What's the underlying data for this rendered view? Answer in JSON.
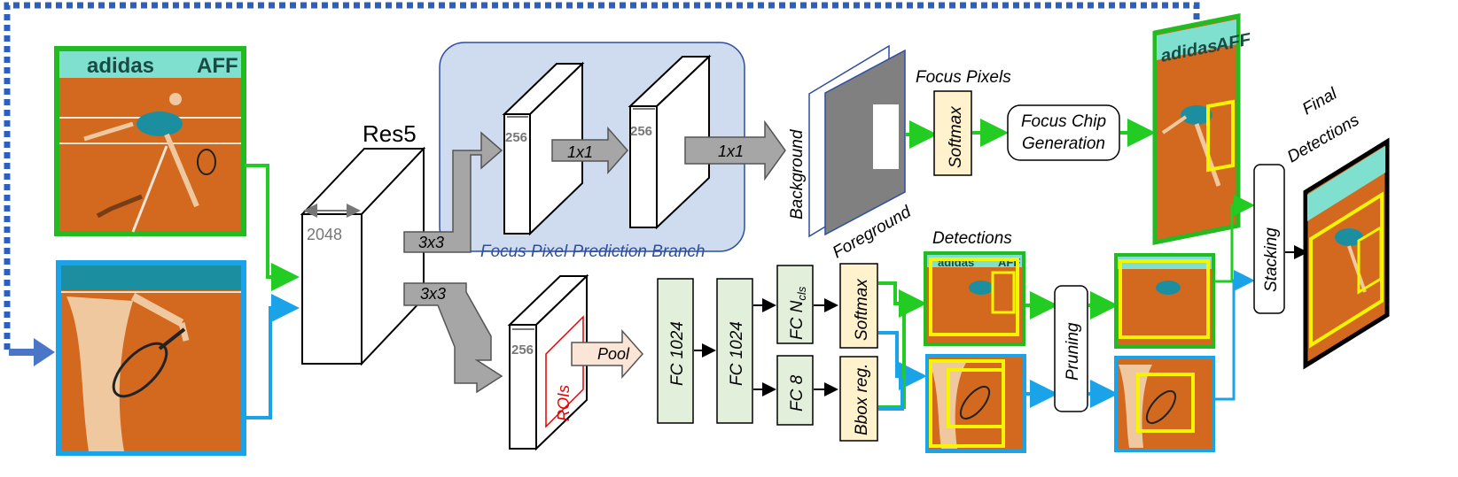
{
  "image_patches": {
    "full_image_brand": "adidas",
    "full_image_brand_suffix": "AFF",
    "focus_chip_brand": "adidas",
    "focus_chip_brand_suffix": "AFF",
    "detections_brand": "adidas",
    "detections_brand_suffix": "AFF"
  },
  "backbone": {
    "res5_label": "Res5",
    "res5_channels": "2048"
  },
  "focus_branch": {
    "conv_top": "3x3",
    "conv_bottom": "3x3",
    "block1_channels": "256",
    "block2_channels": "256",
    "conv1x1_a": "1x1",
    "conv1x1_b": "1x1",
    "title": "Focus Pixel Prediction Branch"
  },
  "focus_output": {
    "background_label": "Background",
    "foreground_label": "Foreground",
    "focus_pixels_label": "Focus Pixels",
    "softmax_label": "Softmax",
    "chip_gen_line1": "Focus Chip",
    "chip_gen_line2": "Generation"
  },
  "detection_branch": {
    "roi_block_channels": "256",
    "rois_label": "ROIs",
    "pool_label": "Pool",
    "fc1_label": "FC 1024",
    "fc2_label": "FC 1024",
    "fc_ncls_label": "FC N",
    "fc_ncls_subscript": "cls",
    "fc8_label": "FC 8",
    "softmax_label": "Softmax",
    "bbox_label": "Bbox reg.",
    "detections_label": "Detections",
    "pruning_label": "Pruning",
    "stacking_label": "Stacking",
    "final_line1": "Final",
    "final_line2": "Detections"
  },
  "colors": {
    "green_arrow": "#22cc22",
    "blue_arrow": "#1aa3e8",
    "dashed_loop": "#2d5fbf",
    "branch_fill": "#cfdcef",
    "branch_title": "#2e4fa0",
    "yellow_box": "#f5f500",
    "fc_fill": "#e2efda",
    "softmax_fill": "#fff2cc",
    "pool_fill": "#fbe5d6",
    "clay": "#d2691e"
  }
}
